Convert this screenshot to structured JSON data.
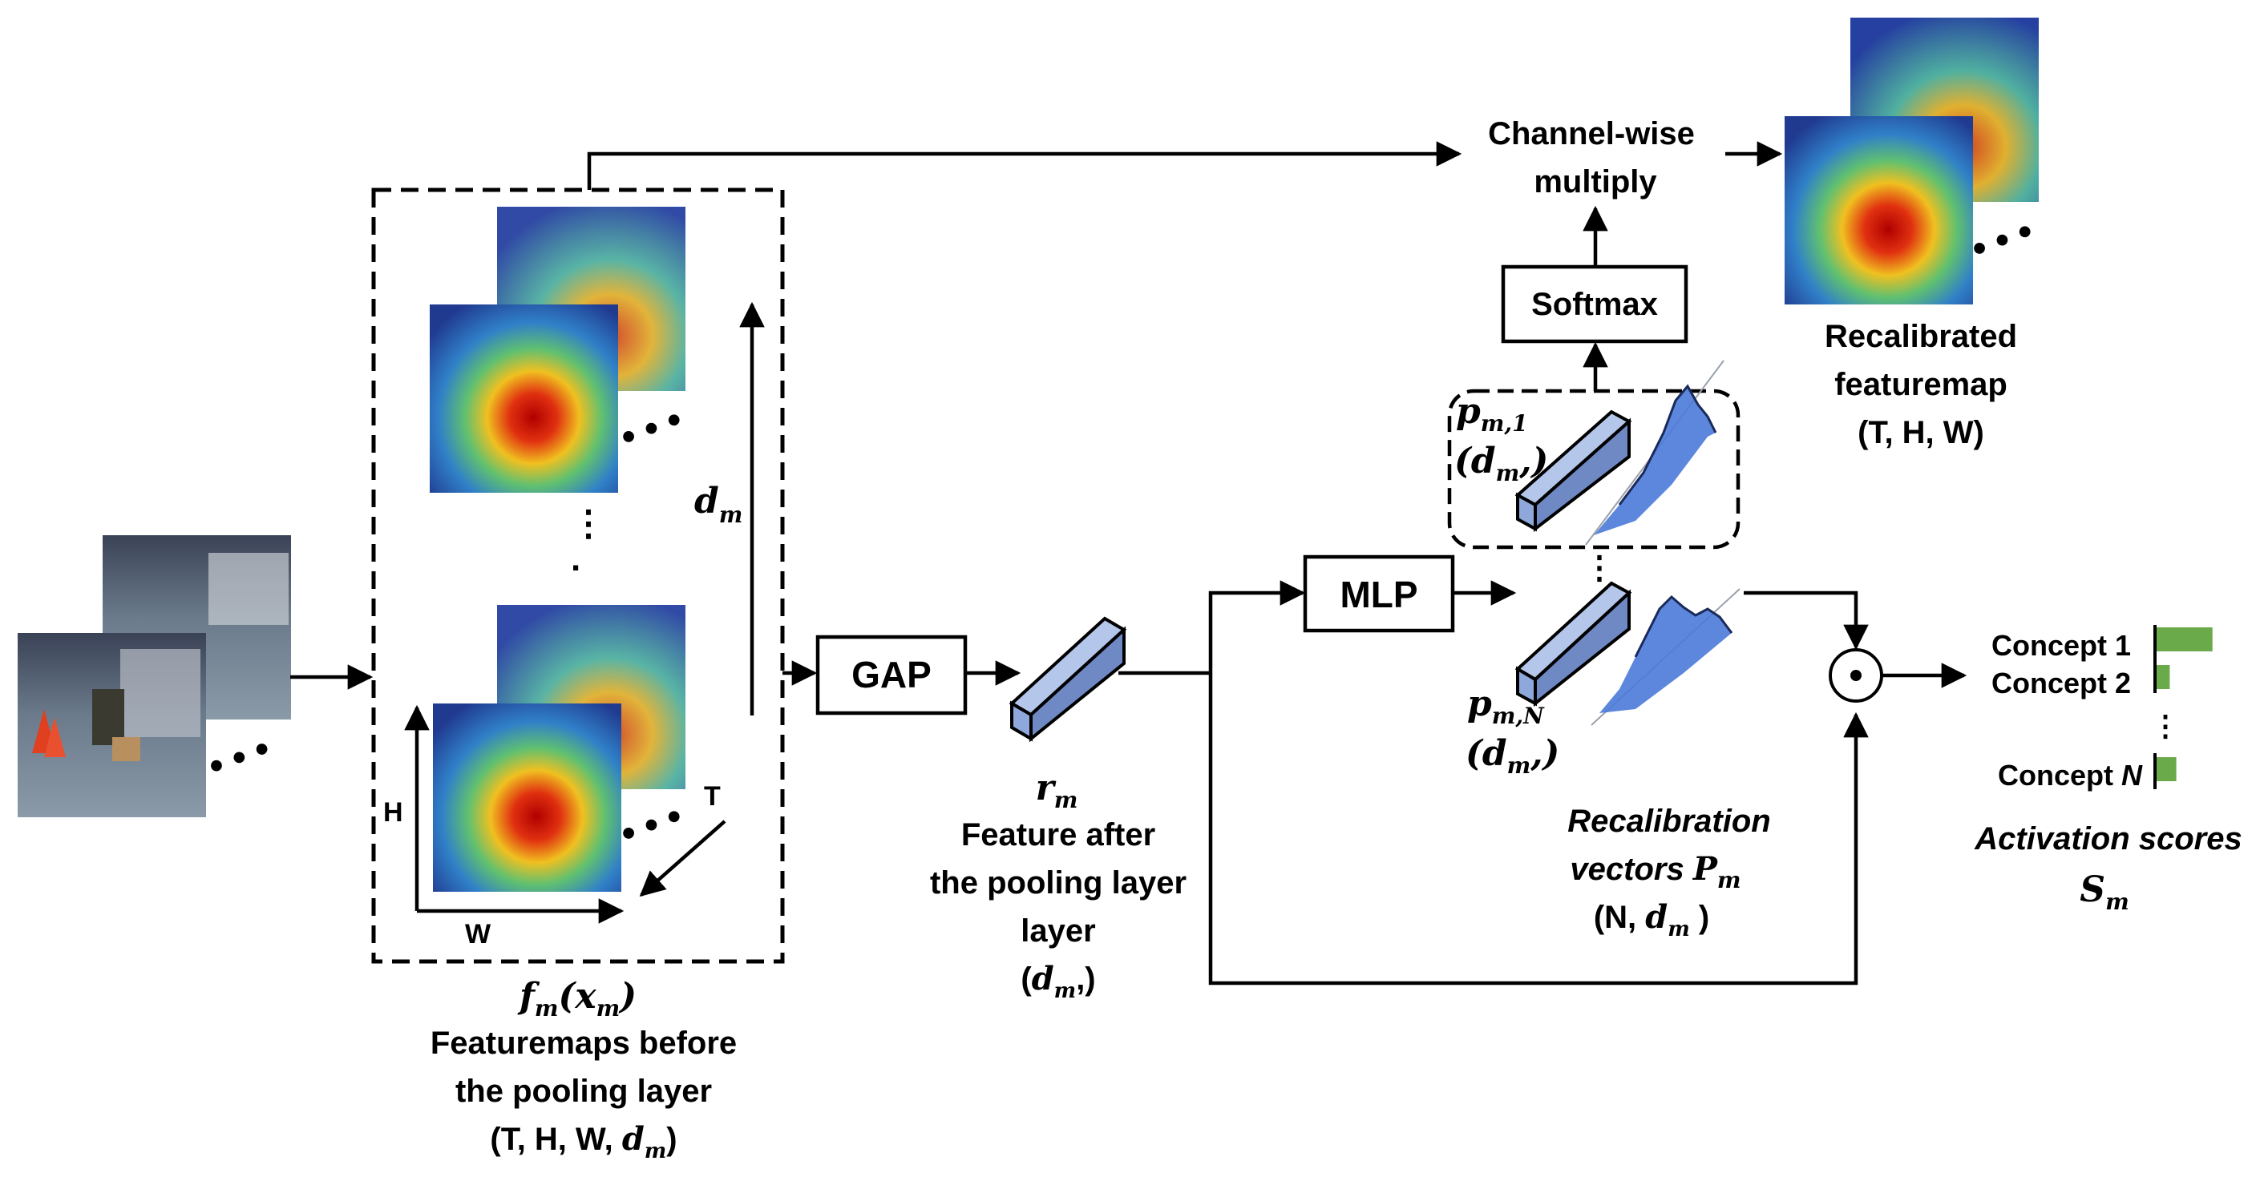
{
  "modules": {
    "gap": "GAP",
    "mlp": "MLP",
    "softmax": "Softmax",
    "multiply": [
      "Channel-wise",
      "multiply"
    ]
  },
  "featuremaps": {
    "math_f": "f",
    "math_sub": "m",
    "math_arg": "(x",
    "math_arg_sub": "m",
    "math_close": ")",
    "caption": [
      "Featuremaps before",
      "the pooling layer"
    ],
    "shape_prefix": "(T, H, W, ",
    "shape_var": "d",
    "shape_sub": "m",
    "shape_suffix": ")",
    "axis_h": "H",
    "axis_w": "W",
    "axis_t": "T",
    "depth_var": "d",
    "depth_sub": "m"
  },
  "pooled": {
    "var": "r",
    "sub": "m",
    "caption": [
      "Feature after",
      "the pooling layer"
    ],
    "shape_open": "(",
    "shape_var": "d",
    "shape_sub": "m",
    "shape_close": ",)"
  },
  "recal": {
    "p1_var": "p",
    "p1_sub": "m,1",
    "pN_var": "p",
    "pN_sub": "m,N",
    "dim_open": "(",
    "dim_var": "d",
    "dim_sub": "m",
    "dim_close": ",)",
    "caption_line1": "Recalibration",
    "caption_line2": "vectors ",
    "caption_var": "P",
    "caption_sub": "m",
    "shape_prefix": "(N, ",
    "shape_var": "d",
    "shape_sub": "m",
    "shape_suffix": " )"
  },
  "output": {
    "caption": [
      "Recalibrated",
      "featuremap"
    ],
    "shape": "(T, H, W)"
  },
  "concepts": {
    "items": [
      "Concept 1",
      "Concept 2"
    ],
    "last_prefix": "Concept ",
    "last_var": "N",
    "values": [
      0.85,
      0.2,
      0.3
    ],
    "title": "Activation scores",
    "score_var": "S",
    "score_sub": "m"
  },
  "operator": "⊙",
  "colors": {
    "bar": "#6aaa4b",
    "cube_front": "#8fa8dc",
    "cube_top": "#b4c6ea",
    "cube_side": "#6f89c4",
    "graph": "#4a7ad8"
  }
}
